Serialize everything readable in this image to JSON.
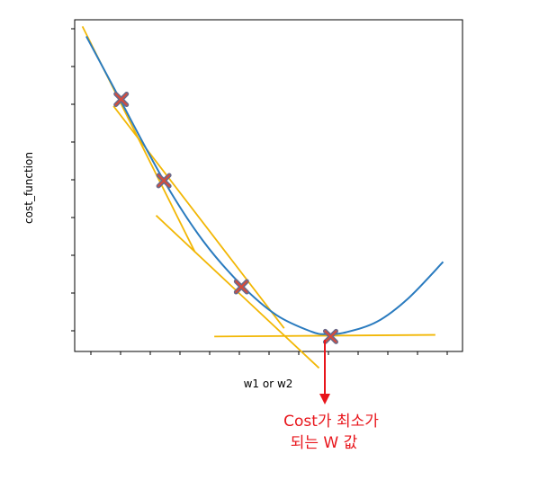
{
  "chart_data": {
    "type": "line",
    "xlabel": "w1 or w2",
    "ylabel": "cost_function",
    "xlim": [
      0,
      10
    ],
    "ylim": [
      0,
      10
    ],
    "grid": false,
    "series": [
      {
        "curve": [
          [
            0.3,
            9.5
          ],
          [
            1.1,
            7.75
          ],
          [
            2.3,
            5.15
          ],
          [
            3.3,
            3.35
          ],
          [
            4.3,
            2.0
          ],
          [
            5.2,
            1.1
          ],
          [
            6.1,
            0.6
          ],
          [
            6.5,
            0.52
          ],
          [
            7.0,
            0.58
          ],
          [
            7.8,
            0.9
          ],
          [
            8.6,
            1.6
          ],
          [
            9.5,
            2.7
          ]
        ]
      }
    ],
    "markers": [
      {
        "x": 1.2,
        "y": 7.6
      },
      {
        "x": 2.3,
        "y": 5.15
      },
      {
        "x": 4.3,
        "y": 1.95
      },
      {
        "x": 6.6,
        "y": 0.45
      }
    ],
    "tangents": [
      {
        "from": [
          0.2,
          9.8
        ],
        "to": [
          3.1,
          3.0
        ]
      },
      {
        "from": [
          1.0,
          7.4
        ],
        "to": [
          5.4,
          0.7
        ]
      },
      {
        "from": [
          2.1,
          4.1
        ],
        "to": [
          6.3,
          -0.5
        ]
      },
      {
        "from": [
          3.6,
          0.45
        ],
        "to": [
          9.3,
          0.5
        ]
      }
    ],
    "colors": {
      "curve": "#2a7bbf",
      "tangent": "#f2b705",
      "marker_outer": "#6a6a8a",
      "marker_inner": "#d94b3a",
      "annotation": "#e8151b"
    },
    "annotation": {
      "line1": "Cost가 최소가",
      "line2": "되는 W 값"
    }
  }
}
